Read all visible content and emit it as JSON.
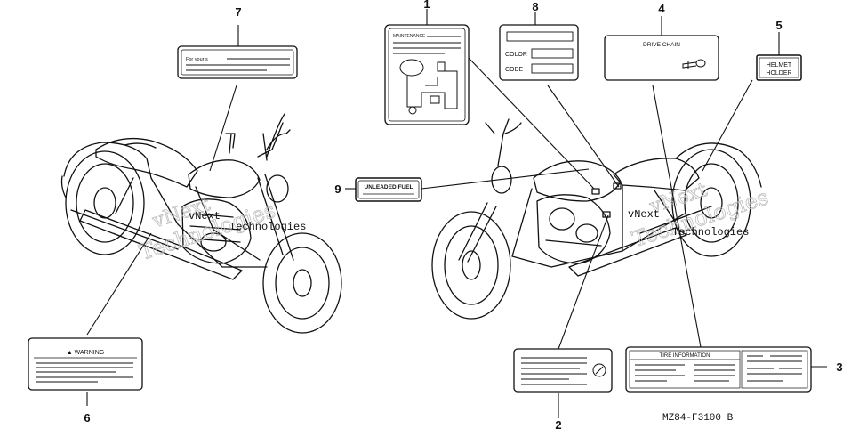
{
  "callouts": {
    "c1": "1",
    "c2": "2",
    "c3": "3",
    "c4": "4",
    "c5": "5",
    "c6": "6",
    "c7": "7",
    "c8": "8",
    "c9": "9"
  },
  "labels": {
    "maintenance_title": "MAINTENANCE",
    "color_label": "COLOR",
    "code_label": "CODE",
    "drive_chain": "DRIVE CHAIN",
    "helmet_line1": "HELMET",
    "helmet_line2": "HOLDER",
    "your_safety": "For your s",
    "unleaded_fuel": "UNLEADED FUEL",
    "warning": "▲ WARNING",
    "tire_information": "TIRE INFORMATION"
  },
  "watermark": {
    "line1": "vNext",
    "line2": "Technologies"
  },
  "figure_code": "MZ84-F3100 B",
  "colors": {
    "line": "#111111",
    "watermark": "#bdbdbd"
  }
}
